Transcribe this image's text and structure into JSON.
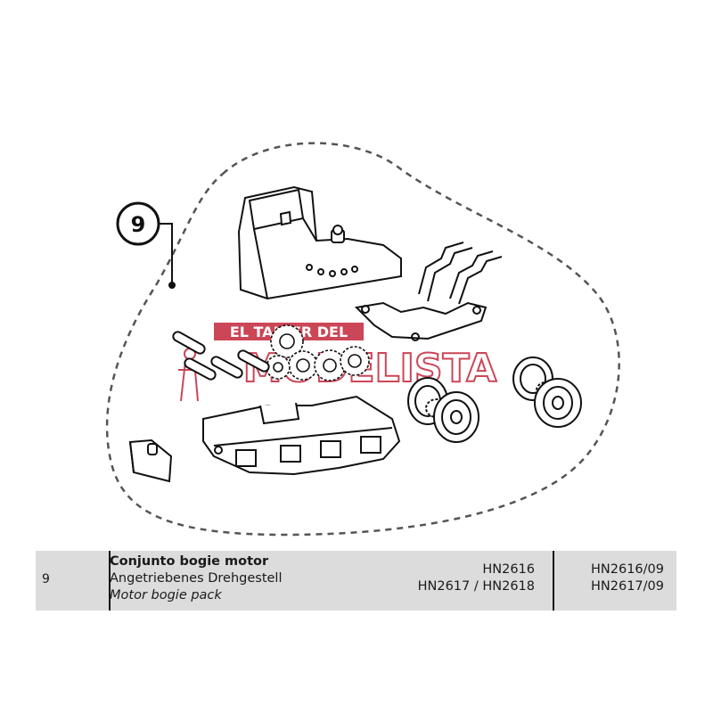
{
  "diagram": {
    "callout_number": "9",
    "watermark": {
      "line1": "EL TALLER DEL",
      "line2": "MODELISTA"
    },
    "colors": {
      "line": "#1a1a1a",
      "watermark": "#c2263a",
      "dashed_outline": "#555555"
    },
    "parts": [
      "motor-housing",
      "pickup-springs",
      "gear-set",
      "shaft-pins",
      "bogie-frame",
      "wheelset-1",
      "wheelset-2",
      "clip-bracket"
    ]
  },
  "table": {
    "ref": "9",
    "title": "Conjunto bogie motor",
    "title_de": "Angetriebenes Drehgestell",
    "title_en": "Motor bogie pack",
    "models": [
      "HN2616",
      "HN2617 / HN2618"
    ],
    "part_codes": [
      "HN2616/09",
      "HN2617/09"
    ],
    "background": "#dcdcdc"
  }
}
